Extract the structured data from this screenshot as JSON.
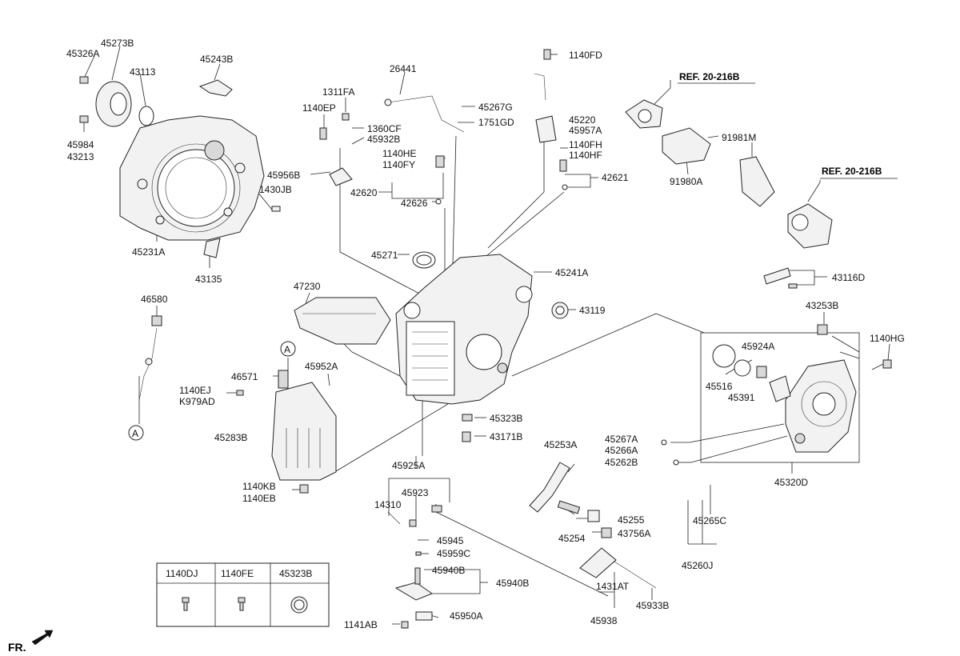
{
  "labels": {
    "p45326A": "45326A",
    "p45273B": "45273B",
    "p43113": "43113",
    "p45984": "45984",
    "p43213": "43213",
    "p45243B": "45243B",
    "p1430JB": "1430JB",
    "p45231A": "45231A",
    "p43135": "43135",
    "p26441": "26441",
    "p1140FD": "1140FD",
    "p1311FA": "1311FA",
    "p1140EP": "1140EP",
    "p45267G": "45267G",
    "p1360CF": "1360CF",
    "p1751GD": "1751GD",
    "p45220": "45220",
    "p45957A": "45957A",
    "p45932B": "45932B",
    "p1140HE": "1140HE",
    "p1140FY": "1140FY",
    "p1140FH": "1140FH",
    "p1140HF": "1140HF",
    "p45956B": "45956B",
    "p42620": "42620",
    "p42626": "42626",
    "p42621": "42621",
    "p91981M": "91981M",
    "p91980A": "91980A",
    "p45271": "45271",
    "p45241A": "45241A",
    "p43116D": "43116D",
    "p46580": "46580",
    "p47230": "47230",
    "p43119": "43119",
    "p43253B": "43253B",
    "p1140HG": "1140HG",
    "p45924A": "45924A",
    "p45516": "45516",
    "p45391": "45391",
    "p46571": "46571",
    "p45952A": "45952A",
    "p1140EJ": "1140EJ",
    "pK979AD": "K979AD",
    "p45283B": "45283B",
    "p45323B_main": "45323B",
    "p43171B": "43171B",
    "p45253A": "45253A",
    "p45267A": "45267A",
    "p45266A": "45266A",
    "p45262B": "45262B",
    "p45320D": "45320D",
    "p45925A": "45925A",
    "p1140KB": "1140KB",
    "p1140EB": "1140EB",
    "p45923": "45923",
    "p14310": "14310",
    "p45255": "45255",
    "p45265C": "45265C",
    "p45254": "45254",
    "p43756A": "43756A",
    "p45945": "45945",
    "p45959C": "45959C",
    "p45260J": "45260J",
    "p45940B_a": "45940B",
    "p45940B_b": "45940B",
    "p1431AT": "1431AT",
    "p45933B": "45933B",
    "p45950A": "45950A",
    "p45938": "45938",
    "p1141AB": "1141AB"
  },
  "refs": {
    "ref1": "REF. 20-216B",
    "ref2": "REF. 20-216B"
  },
  "markers": {
    "a_top": "A",
    "a_bottom": "A"
  },
  "legend_table": {
    "headers": [
      "1140DJ",
      "1140FE",
      "45323B"
    ]
  },
  "direction": {
    "label": "FR."
  }
}
